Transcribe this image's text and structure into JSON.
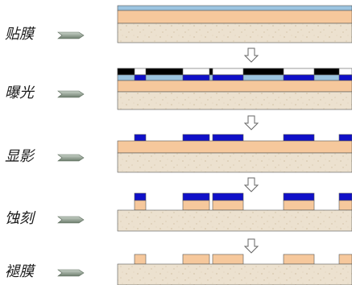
{
  "steps": [
    {
      "label": "贴膜",
      "stage": "film"
    },
    {
      "label": "曝光",
      "stage": "expose"
    },
    {
      "label": "显影",
      "stage": "develop"
    },
    {
      "label": "蚀刻",
      "stage": "etch"
    },
    {
      "label": "褪膜",
      "stage": "strip"
    }
  ],
  "colors": {
    "substrate": "#ece1cf",
    "copper": "#f6c89c",
    "film": "#9cc4e0",
    "resist": "#1010c8",
    "mask": "#000000",
    "outline": "#555555",
    "arrow": "#7a8a7a"
  },
  "icons": {
    "step_arrow": "right-arrow-icon",
    "flow_arrow": "down-arrow-icon"
  }
}
